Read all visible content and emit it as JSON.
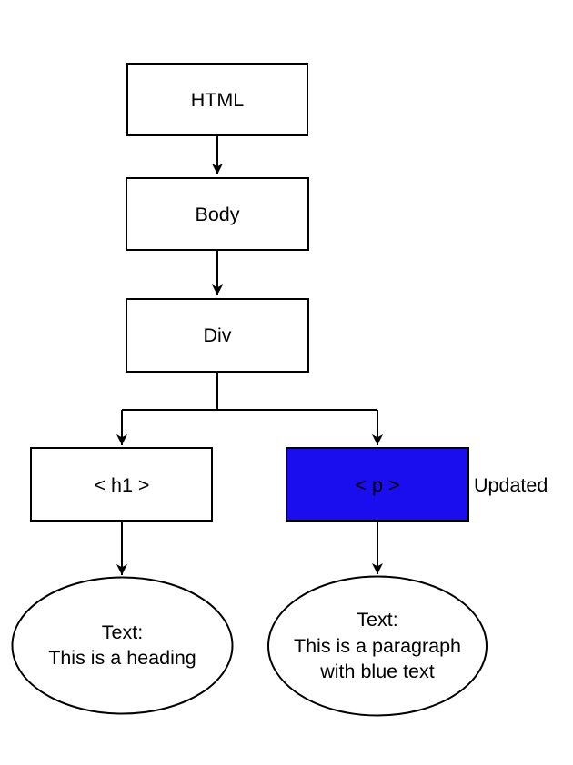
{
  "diagram": {
    "nodes": {
      "html": "HTML",
      "body": "Body",
      "div": "Div",
      "h1": "< h1 >",
      "p": "< p >"
    },
    "annotation": {
      "updated": "Updated"
    },
    "heading_ellipse": {
      "line1": "Text:",
      "line2": "This is a heading"
    },
    "paragraph_ellipse": {
      "line1": "Text:",
      "line2": "This is a paragraph",
      "line3": "with blue text"
    },
    "colors": {
      "background": "#ffffff",
      "node_fill": "#ffffff",
      "node_stroke": "#000000",
      "text_color": "#000000",
      "highlight_fill": "#1a0dee",
      "highlight_text": "#ffffff",
      "annotation_color": "#1a0dee"
    }
  }
}
